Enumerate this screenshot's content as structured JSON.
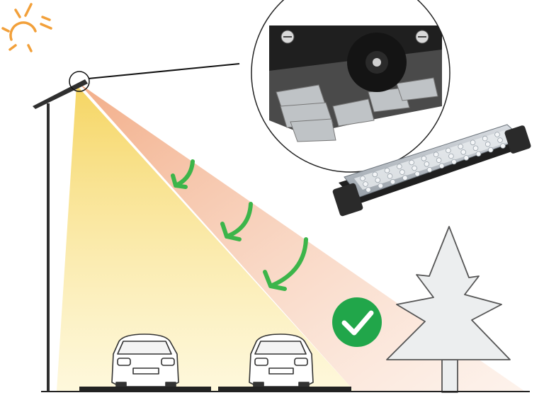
{
  "scene": {
    "subject": "street-light-beam-illustration",
    "icons": {
      "sun": "sun-icon",
      "check": "check-circle-icon",
      "arrow": "curved-arrow-icon",
      "tree": "pine-tree-icon",
      "car": "car-icon",
      "magnifier": "zoom-circle",
      "module": "led-module"
    },
    "colors": {
      "sun": "#f2a03a",
      "beam_warm": "#f5b895",
      "beam_yellow": "#f9e58e",
      "arrow_green": "#3cb54a",
      "check_green": "#21a64a",
      "pole": "#2f2f2f",
      "tree_fill": "#eceeef",
      "tree_stroke": "#555555",
      "ground": "#222222"
    }
  }
}
